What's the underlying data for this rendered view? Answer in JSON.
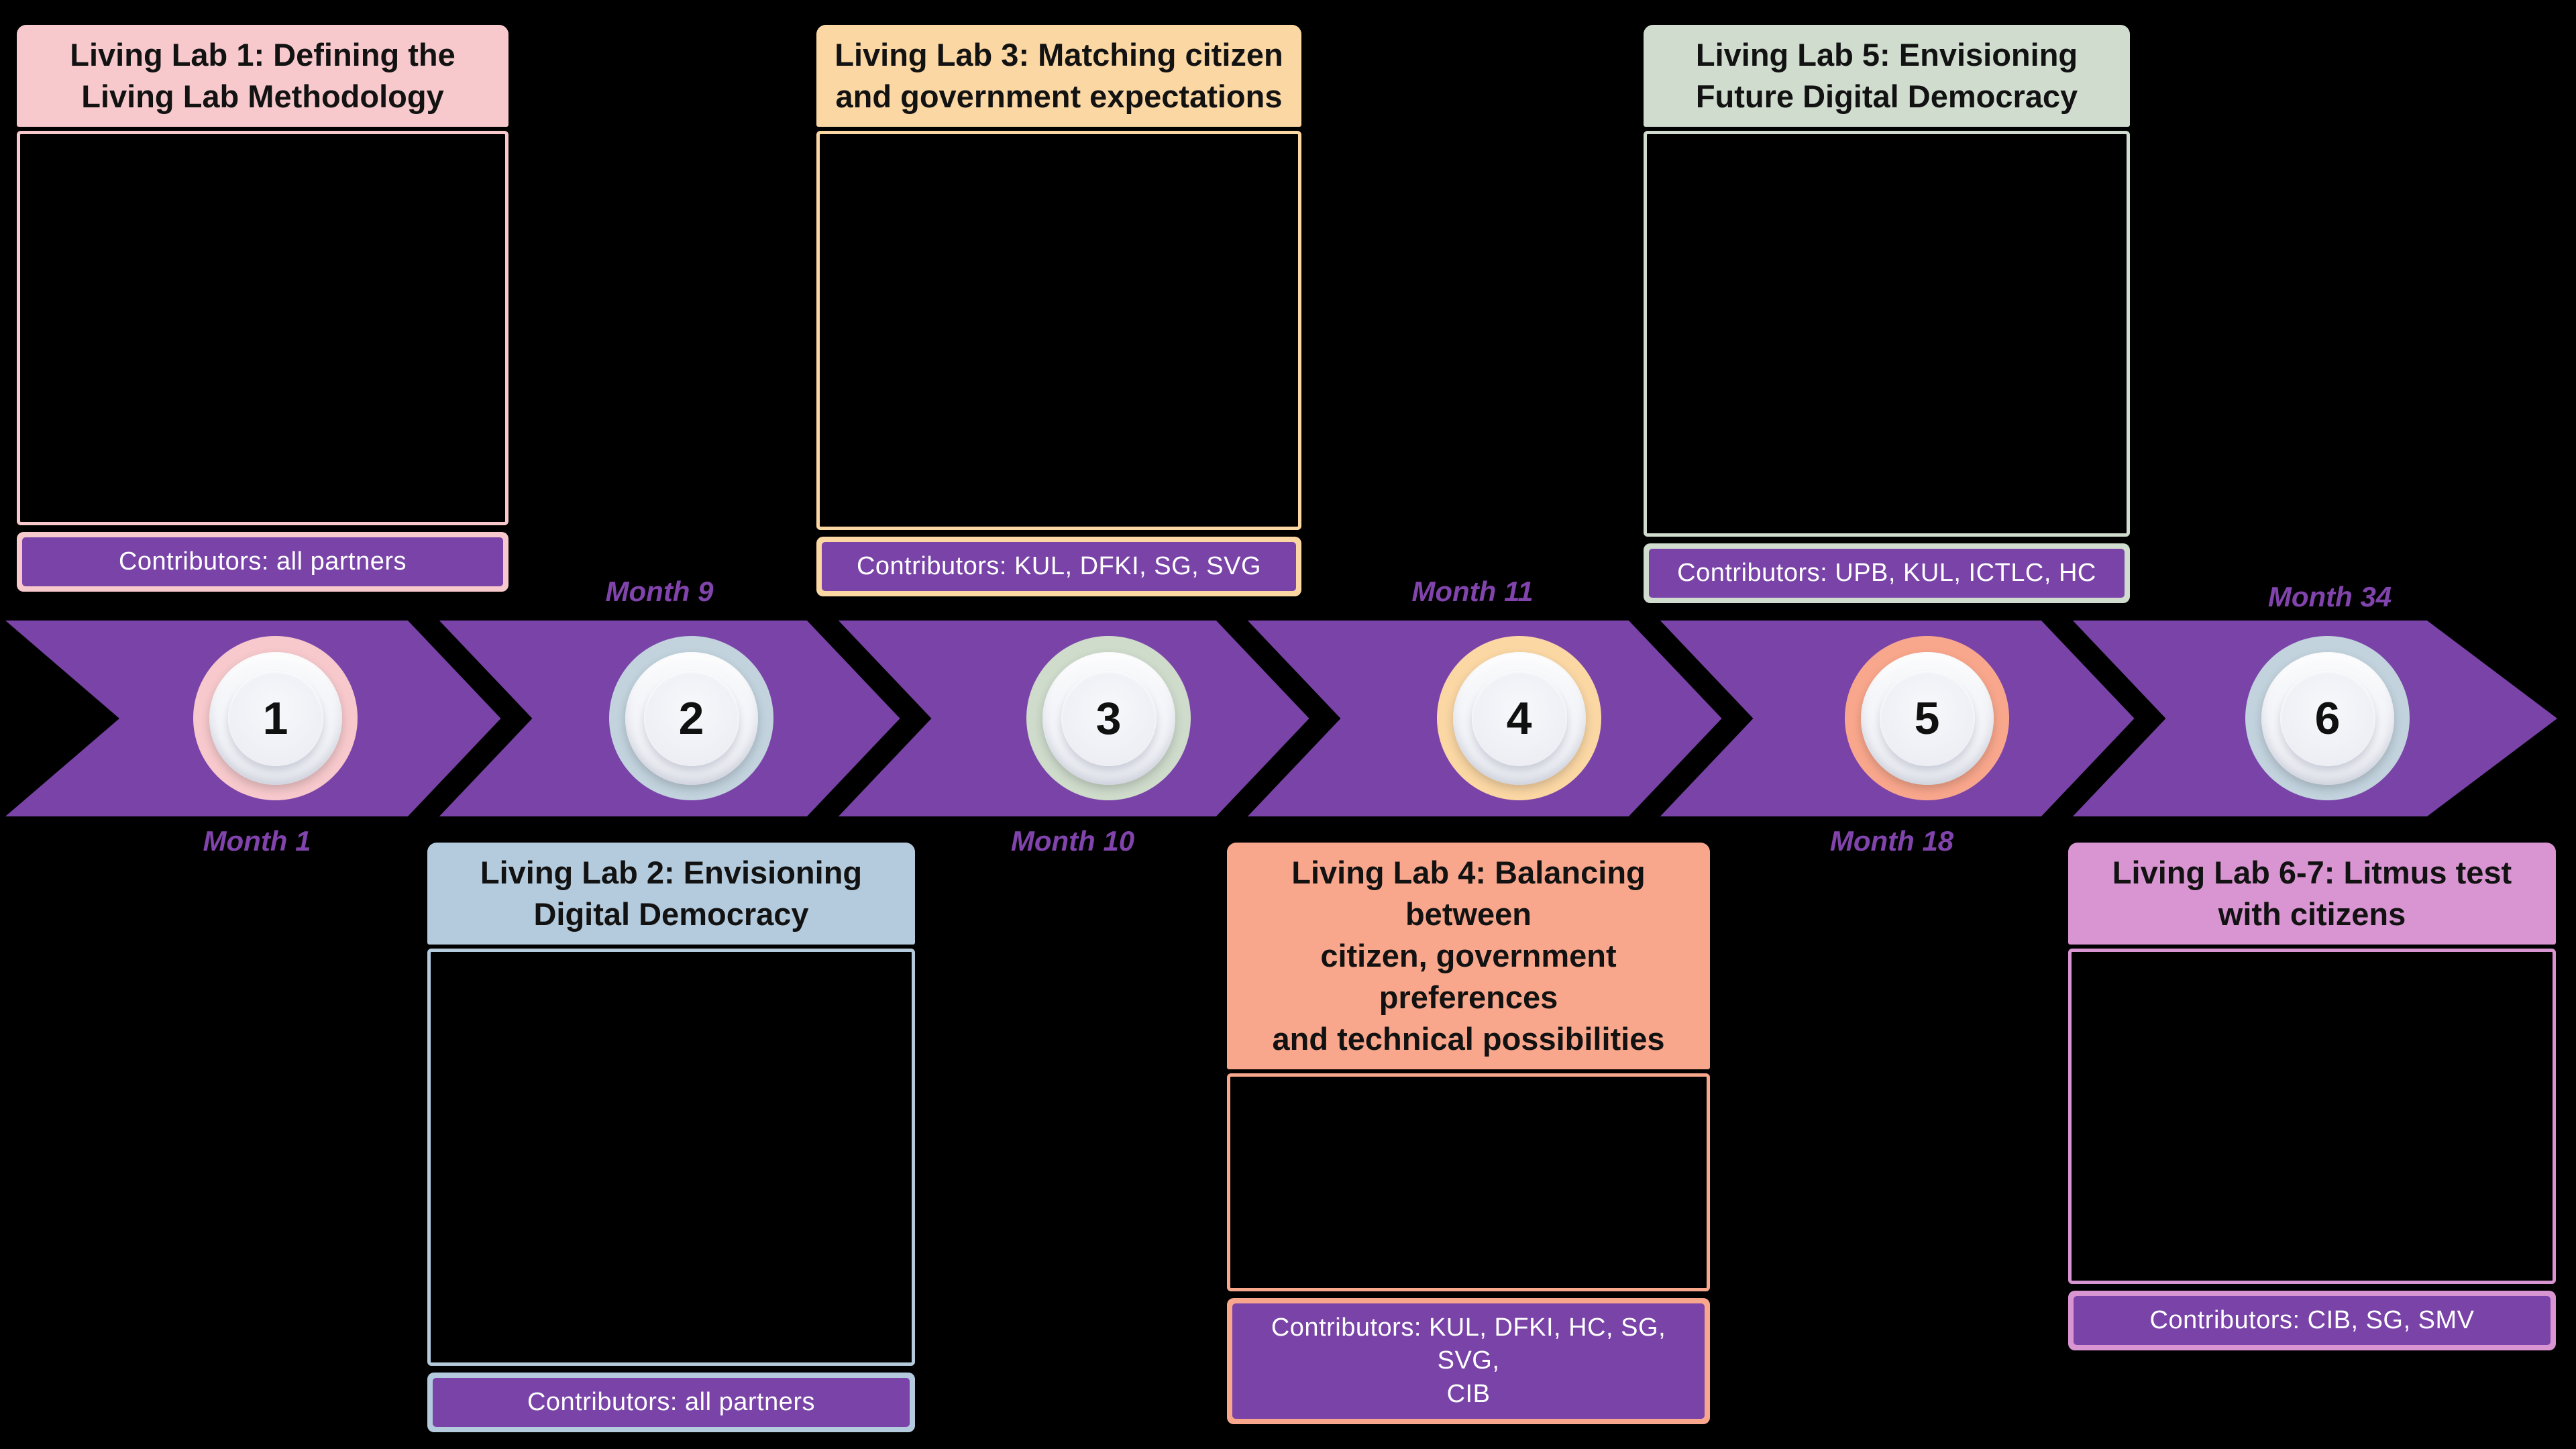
{
  "cards": [
    {
      "id": "living-lab-1",
      "title": "Living Lab 1: Defining the\nLiving Lab Methodology",
      "contributors": "Contributors: all partners",
      "accent_color": "#F7C9CC",
      "row": "top"
    },
    {
      "id": "living-lab-2",
      "title": "Living Lab 2: Envisioning\nDigital Democracy",
      "contributors": "Contributors: all partners",
      "accent_color": "#B4CBDD",
      "row": "bottom"
    },
    {
      "id": "living-lab-3",
      "title": "Living Lab 3: Matching citizen\nand government expectations",
      "contributors": "Contributors: KUL, DFKI, SG, SVG",
      "accent_color": "#FBD7A4",
      "row": "top"
    },
    {
      "id": "living-lab-4",
      "title": "Living Lab 4: Balancing between\ncitizen, government preferences\nand technical possibilities",
      "contributors": "Contributors: KUL, DFKI, HC, SG, SVG,\nCIB",
      "accent_color": "#F9A78C",
      "row": "bottom"
    },
    {
      "id": "living-lab-5",
      "title": "Living Lab 5: Envisioning\nFuture Digital Democracy",
      "contributors": "Contributors: UPB, KUL, ICTLC, HC",
      "accent_color": "#CFDCCE",
      "row": "top"
    },
    {
      "id": "living-lab-6-7",
      "title": "Living Lab 6-7: Litmus test\nwith citizens",
      "contributors": "Contributors: CIB, SG, SMV",
      "accent_color": "#D994D2",
      "row": "bottom"
    }
  ],
  "timeline": {
    "band_color": "#7943A8",
    "month_label_color": "#8143AC",
    "background_color": "#000000",
    "milestones": [
      {
        "number": "1",
        "month_label": "Month 1",
        "label_position": "below",
        "ring_color": "#F7C9CC"
      },
      {
        "number": "2",
        "month_label": "Month 9",
        "label_position": "above",
        "ring_color": "#C2D3DE"
      },
      {
        "number": "3",
        "month_label": "Month 10",
        "label_position": "below",
        "ring_color": "#CFDCCC"
      },
      {
        "number": "4",
        "month_label": "Month 11",
        "label_position": "above",
        "ring_color": "#FBD7A4"
      },
      {
        "number": "5",
        "month_label": "Month 18",
        "label_position": "below",
        "ring_color": "#F9A78C"
      },
      {
        "number": "6",
        "month_label": "Month 34",
        "label_position": "above",
        "ring_color": "#C2D3DE"
      }
    ]
  }
}
